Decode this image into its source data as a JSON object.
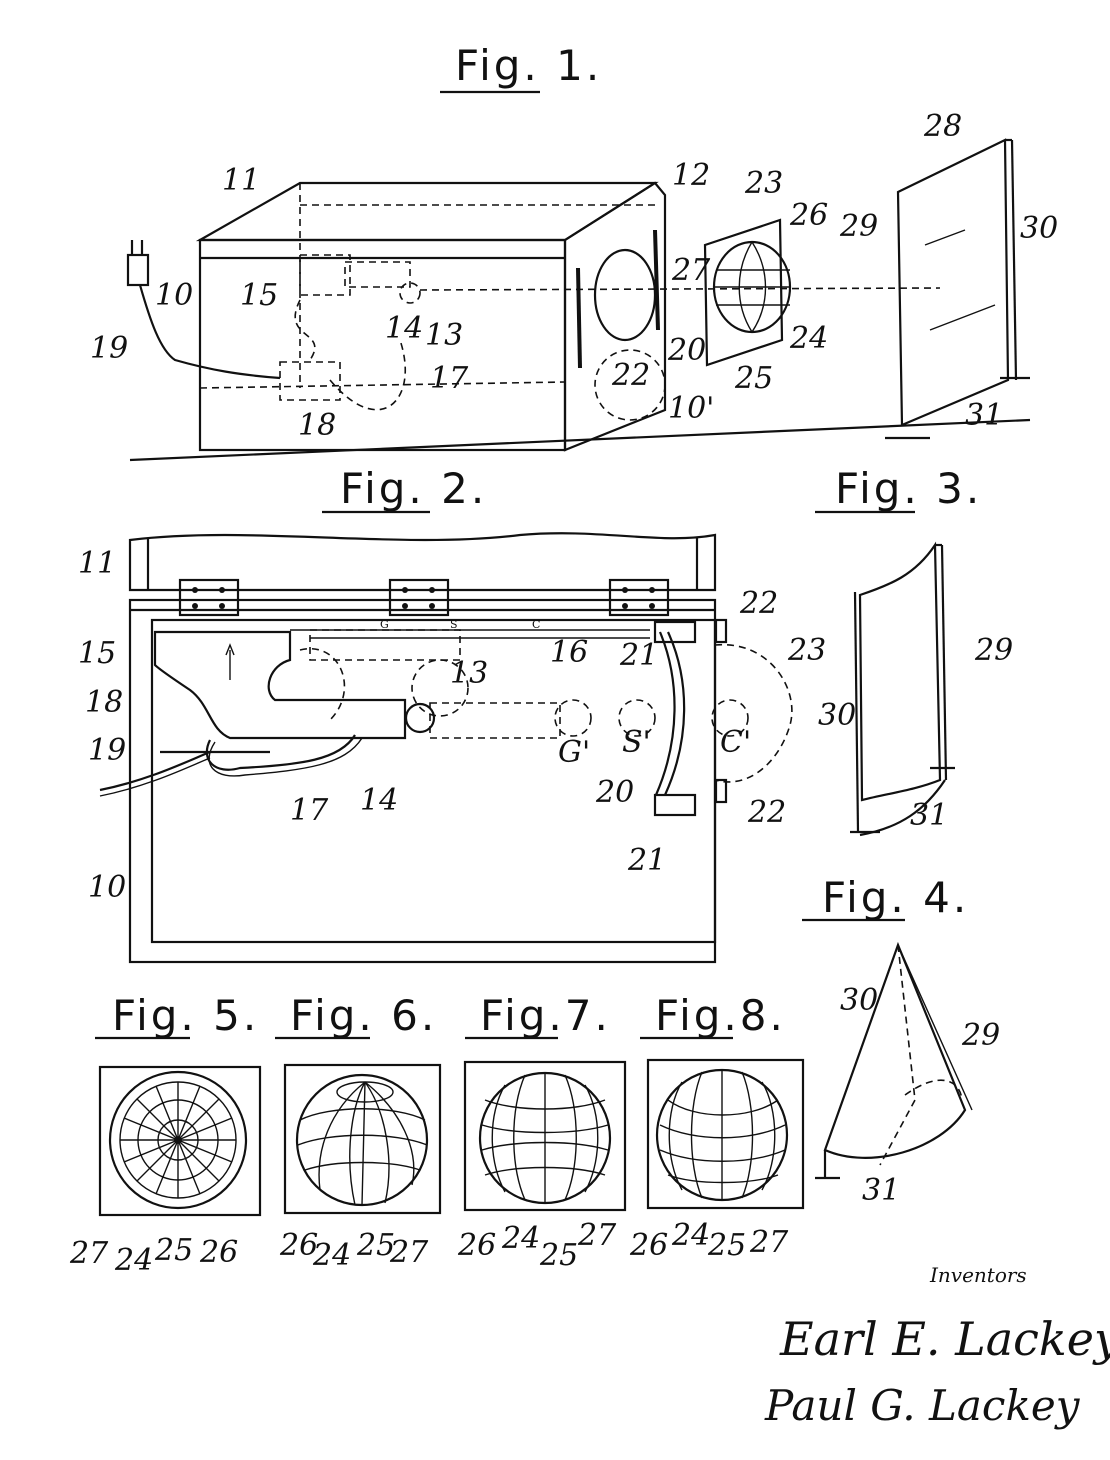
{
  "figures": {
    "fig1": "Fig. 1.",
    "fig2": "Fig. 2.",
    "fig3": "Fig. 3.",
    "fig4": "Fig. 4.",
    "fig5": "Fig. 5.",
    "fig6": "Fig. 6.",
    "fig7": "Fig.7.",
    "fig8": "Fig.8."
  },
  "fig1_labels": [
    "11",
    "12",
    "23",
    "28",
    "26",
    "29",
    "30",
    "27",
    "10",
    "15",
    "14",
    "13",
    "19",
    "24",
    "20",
    "22",
    "25",
    "17",
    "10'",
    "18",
    "31"
  ],
  "fig2_labels": [
    "11",
    "22",
    "23",
    "15",
    "13",
    "16",
    "18",
    "19",
    "G'",
    "S'",
    "C'",
    "21",
    "20",
    "22",
    "21",
    "17",
    "14",
    "10"
  ],
  "fig2_scale_marks": [
    "G",
    "S",
    "C"
  ],
  "fig3_labels": [
    "29",
    "30",
    "31"
  ],
  "fig4_labels": [
    "30",
    "29",
    "31"
  ],
  "fig5_labels": [
    "27",
    "24",
    "25",
    "26"
  ],
  "fig6_labels": [
    "26",
    "24",
    "25",
    "27"
  ],
  "fig7_labels": [
    "26",
    "24",
    "25",
    "27"
  ],
  "fig8_labels": [
    "26",
    "24",
    "25",
    "27"
  ],
  "inventors_heading": "Inventors",
  "signatures": [
    "Earl E. Lackey",
    "Paul G. Lackey"
  ]
}
